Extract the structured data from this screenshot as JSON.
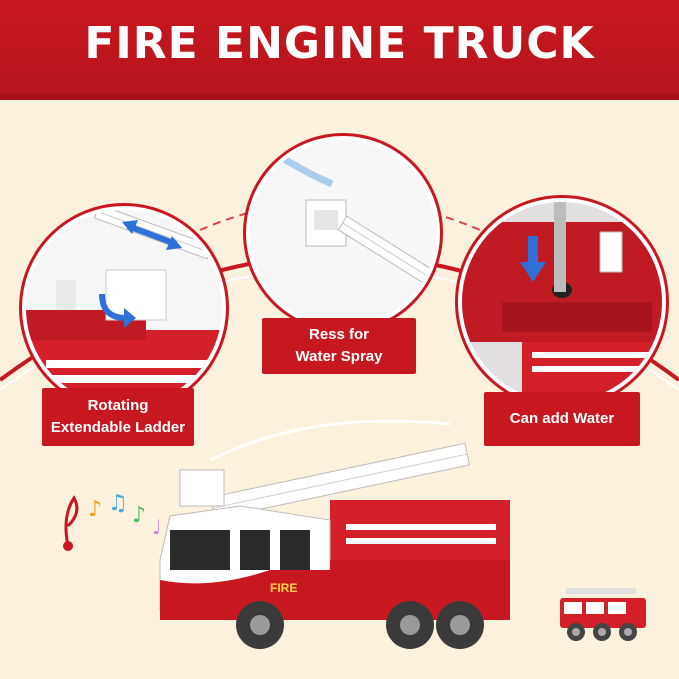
{
  "header": {
    "title": "FIRE ENGINE TRUCK"
  },
  "features": [
    {
      "label_line1": "Rotating",
      "label_line2": "Extendable Ladder"
    },
    {
      "label_line1": "Ress for",
      "label_line2": "Water Spray"
    },
    {
      "label_line1": "Can add Water"
    }
  ],
  "truck": {
    "side_text": "FIRE"
  },
  "colors": {
    "brand_red": "#c8181f",
    "background": "#fcf1dc",
    "accent_blue": "#2f6fd8"
  },
  "icons": [
    "music-notes-icon",
    "rotate-arrows-icon",
    "press-arrow-icon",
    "water-drop-arrow-icon",
    "fire-truck-icon"
  ]
}
